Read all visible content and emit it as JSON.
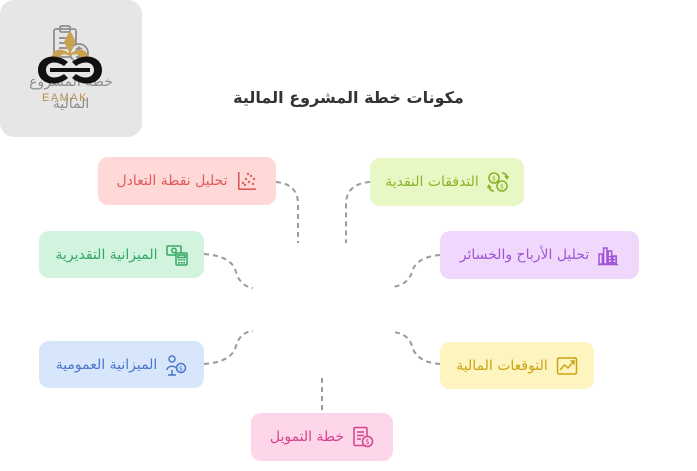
{
  "logo": {
    "text": "EAMAK"
  },
  "title": "مكونات خطة المشروع المالية",
  "center": {
    "line1": "خطة المشروع",
    "line2": "المالية",
    "icon": "document-dollar-icon"
  },
  "nodes": {
    "breakeven": {
      "label": "تحليل نقطة التعادل",
      "icon": "scatter-chart-icon",
      "bg": "#ffd8d8",
      "color": "#e05b5b"
    },
    "cashflow": {
      "label": "التدفقات النقدية",
      "icon": "currency-exchange-icon",
      "bg": "#e8f8c4",
      "color": "#8ab32a"
    },
    "budget": {
      "label": "الميزانية التقديرية",
      "icon": "calculator-money-icon",
      "bg": "#d2f4df",
      "color": "#34a765"
    },
    "profitloss": {
      "label": "تحليل الأرباح والخسائر",
      "icon": "bar-chart-icon",
      "bg": "#efd8fb",
      "color": "#a055d6"
    },
    "balance": {
      "label": "الميزانية العمومية",
      "icon": "person-dollar-icon",
      "bg": "#d8e6fb",
      "color": "#4a77cc"
    },
    "forecast": {
      "label": "التوقعات المالية",
      "icon": "trend-chart-icon",
      "bg": "#fdf4bf",
      "color": "#c9a412"
    },
    "funding": {
      "label": "خطة التمويل",
      "icon": "document-money-icon",
      "bg": "#fdd6ea",
      "color": "#d6428d"
    }
  }
}
